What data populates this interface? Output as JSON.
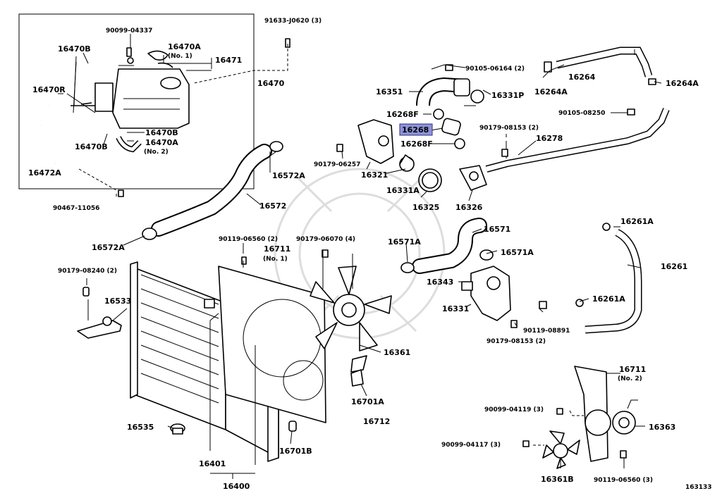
{
  "highlight": {
    "part": "16268",
    "color": "#8d93d6"
  },
  "callouts": {
    "c_9009904337": "90099-04337",
    "c_16470B_top": "16470B",
    "c_16470A_top": "16470A",
    "c_no1_a": "(No. 1)",
    "c_16471": "16471",
    "c_16470R": "16470R",
    "c_16470": "16470",
    "c_91633": "91633-J0620 (3)",
    "c_16470B_b1": "16470B",
    "c_16470B_b2": "16470B",
    "c_16470A_b": "16470A",
    "c_no2_a": "(No. 2)",
    "c_16472A": "16472A",
    "c_90467": "90467-11056",
    "c_90105_06164": "90105-06164 (2)",
    "c_16264": "16264",
    "c_16264A_l": "16264A",
    "c_16264A_r": "16264A",
    "c_16351": "16351",
    "c_16331P": "16331P",
    "c_90105_08250": "90105-08250",
    "c_16268F_top": "16268F",
    "c_16268": "16268",
    "c_16268F_bot": "16268F",
    "c_90179_08153_top": "90179-08153 (2)",
    "c_16278": "16278",
    "c_90179_06257": "90179-06257",
    "c_16321": "16321",
    "c_16572A_top": "16572A",
    "c_16331A": "16331A",
    "c_16325": "16325",
    "c_16326": "16326",
    "c_16572": "16572",
    "c_16572A_bot": "16572A",
    "c_16261A_top": "16261A",
    "c_90119_06560_top": "90119-06560 (2)",
    "c_90179_06070": "90179-06070 (4)",
    "c_16571": "16571",
    "c_16711_top": "16711",
    "c_no1_b": "(No. 1)",
    "c_16571A_l": "16571A",
    "c_16571A_r": "16571A",
    "c_90179_08240": "90179-08240 (2)",
    "c_16261": "16261",
    "c_16343": "16343",
    "c_16533": "16533",
    "c_16261A_bot": "16261A",
    "c_16331": "16331",
    "c_90119_08891": "90119-08891",
    "c_90179_08153_bot": "90179-08153 (2)",
    "c_16361": "16361",
    "c_16711_bot": "16711",
    "c_no2_b": "(No. 2)",
    "c_16701A": "16701A",
    "c_16712": "16712",
    "c_90099_04119": "90099-04119 (3)",
    "c_16363": "16363",
    "c_16535": "16535",
    "c_16701B": "16701B",
    "c_90099_04117": "90099-04117 (3)",
    "c_16401": "16401",
    "c_16361B": "16361B",
    "c_90119_06560_bot": "90119-06560 (3)",
    "c_16400": "16400",
    "c_163133": "163133"
  }
}
